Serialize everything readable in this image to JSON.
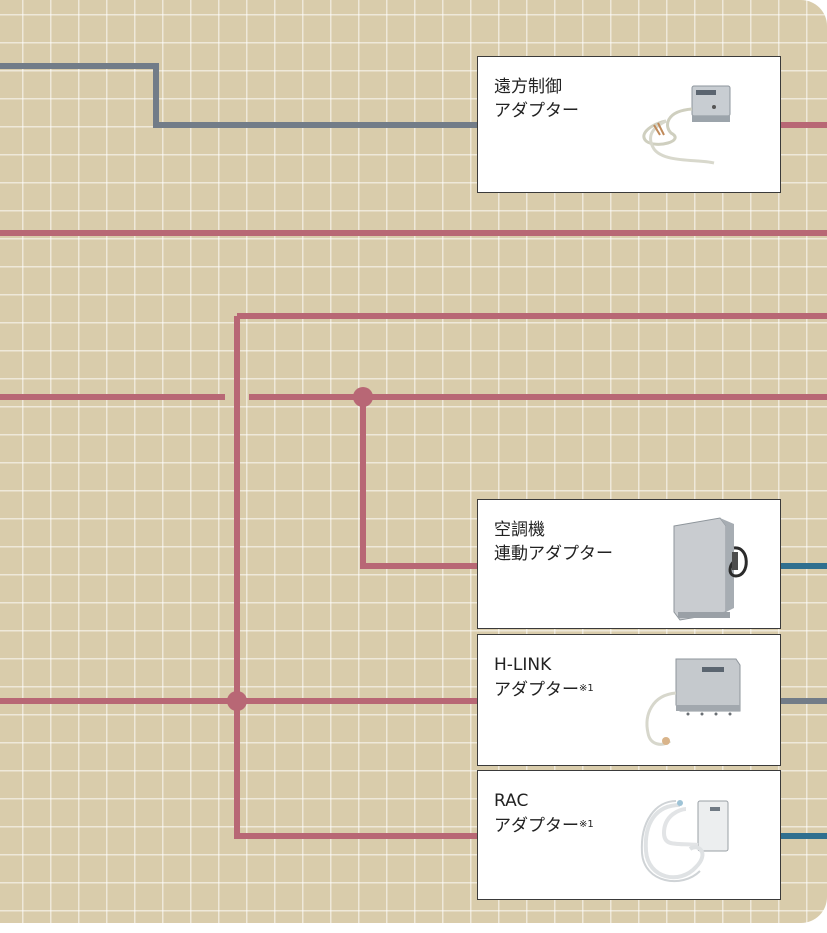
{
  "colors": {
    "background": "#d9ccab",
    "grid": "#ffffff",
    "wire_red": "#b86775",
    "wire_gray": "#727c88",
    "wire_blue": "#2f6f8f",
    "box_border": "#3a3a3a"
  },
  "adapters": [
    {
      "line1": "遠方制御",
      "line2": "アダプター",
      "note": "",
      "icon": "control-box-icon"
    },
    {
      "line1": "空調機",
      "line2": "連動アダプター",
      "note": "",
      "icon": "cabinet-box-icon"
    },
    {
      "line1": "H-LINK",
      "line2": "アダプター",
      "note": "※1",
      "icon": "hlink-box-icon"
    },
    {
      "line1": "RAC",
      "line2": "アダプター",
      "note": "※1",
      "icon": "rac-box-icon"
    }
  ]
}
